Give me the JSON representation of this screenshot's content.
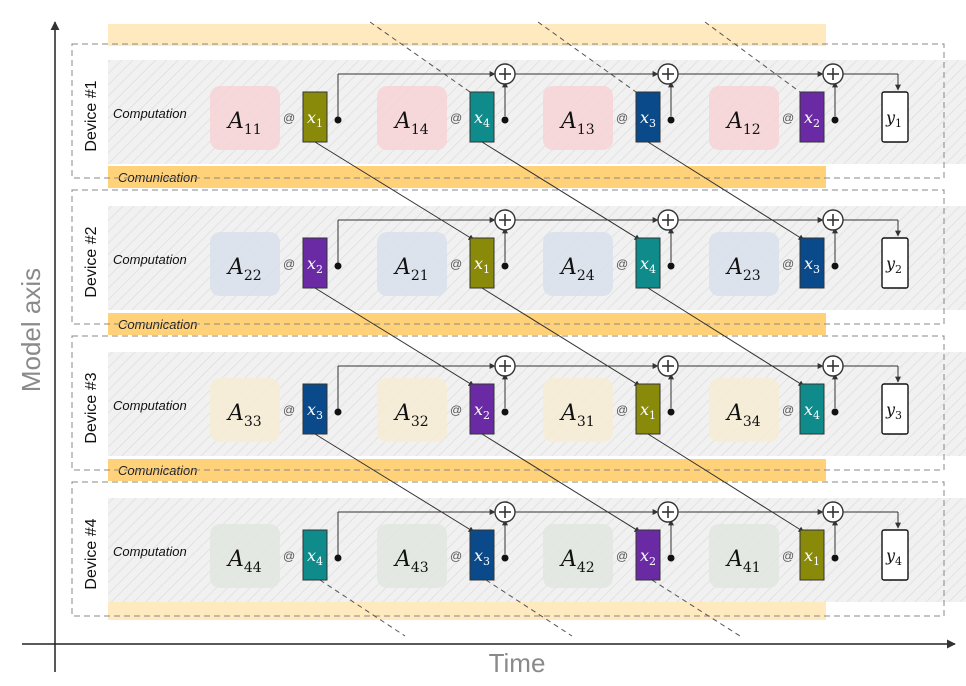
{
  "axes": {
    "y_label": "Model axis",
    "x_label": "Time"
  },
  "band_labels": {
    "computation": "Computation",
    "communication": "Comunication"
  },
  "operator": "@",
  "colors": {
    "x1": "#8a8a0a",
    "x2": "#6a2aa3",
    "x3": "#0a4a8a",
    "x4": "#0f8b8b",
    "comm": "#ffd27a",
    "comm_light": "#ffe9bf"
  },
  "devices": [
    {
      "label": "Device #1",
      "matrices": [
        "11",
        "14",
        "13",
        "12"
      ],
      "vectors": [
        "1",
        "4",
        "3",
        "2"
      ],
      "output": "1",
      "tile_color": "#f7d3d7"
    },
    {
      "label": "Device #2",
      "matrices": [
        "22",
        "21",
        "24",
        "23"
      ],
      "vectors": [
        "2",
        "1",
        "4",
        "3"
      ],
      "output": "2",
      "tile_color": "#d9e0ec"
    },
    {
      "label": "Device #3",
      "matrices": [
        "33",
        "32",
        "31",
        "34"
      ],
      "vectors": [
        "3",
        "2",
        "1",
        "4"
      ],
      "output": "3",
      "tile_color": "#f6ecd4"
    },
    {
      "label": "Device #4",
      "matrices": [
        "44",
        "43",
        "42",
        "41"
      ],
      "vectors": [
        "4",
        "3",
        "2",
        "1"
      ],
      "output": "4",
      "tile_color": "#e2e6e1"
    }
  ]
}
